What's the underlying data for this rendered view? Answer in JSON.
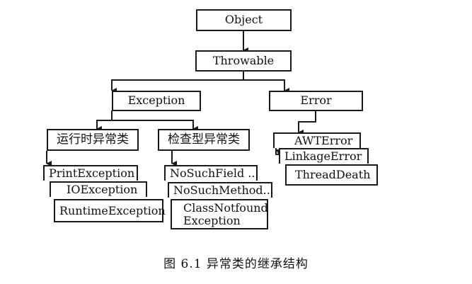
{
  "nodes": {
    "object": "Object",
    "throwable": "Throwable",
    "exception": "Exception",
    "error": "Error",
    "runtime_category": "运行时异常类",
    "checked_category": "检查型异常类",
    "print_exception": "PrintException",
    "io_exception": "IOException",
    "runtime_exception": "RuntimeException",
    "no_such_field": "NoSuchField ...",
    "no_such_method": "NoSuchMethod...",
    "class_notfound_line1": "ClassNotfound",
    "class_notfound_line2": "Exception",
    "awt_error": "AWTError",
    "linkage_error": "LinkageError",
    "thread_death": "ThreadDeath"
  },
  "caption": "图 6.1    异常类的继承结构",
  "colors": {
    "line": "#1a1a1a",
    "background": "#ffffff"
  }
}
